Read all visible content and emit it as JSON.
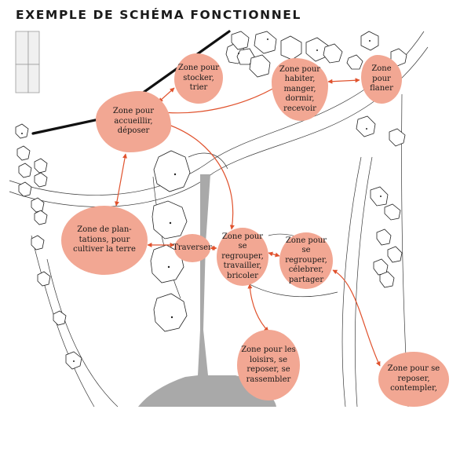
{
  "title": "EXEMPLE DE SCHÉMA FONCTIONNEL",
  "colors": {
    "zone_fill": "#f2a793",
    "arrow": "#e0522d",
    "line": "#222222",
    "paving": "#a9a9a9",
    "wall": "#111111"
  },
  "zones": {
    "stocker": "Zone pour\nstocker,\ntrier",
    "habiter": "Zone pour\nhabiter,\nmanger,\ndormir,\nrecevoir",
    "flaner": "Zone\npour\nflaner",
    "accueillir": "Zone pour\naccueillir,\ndéposer",
    "plantations": "Zone de plan-\ntations, pour\ncultiver la terre",
    "traverser": "Traverser",
    "bricoler": "Zone pour se\nregrouper,\ntravailler,\nbricoler",
    "celebrer": "Zone pour se\nregrouper,\ncélebrer,\npartager",
    "loisirs": "Zone pour les\nloisirs, se\nreposer, se\nrassembler",
    "contempler": "Zone pour se\nreposer,\ncontempler,"
  }
}
